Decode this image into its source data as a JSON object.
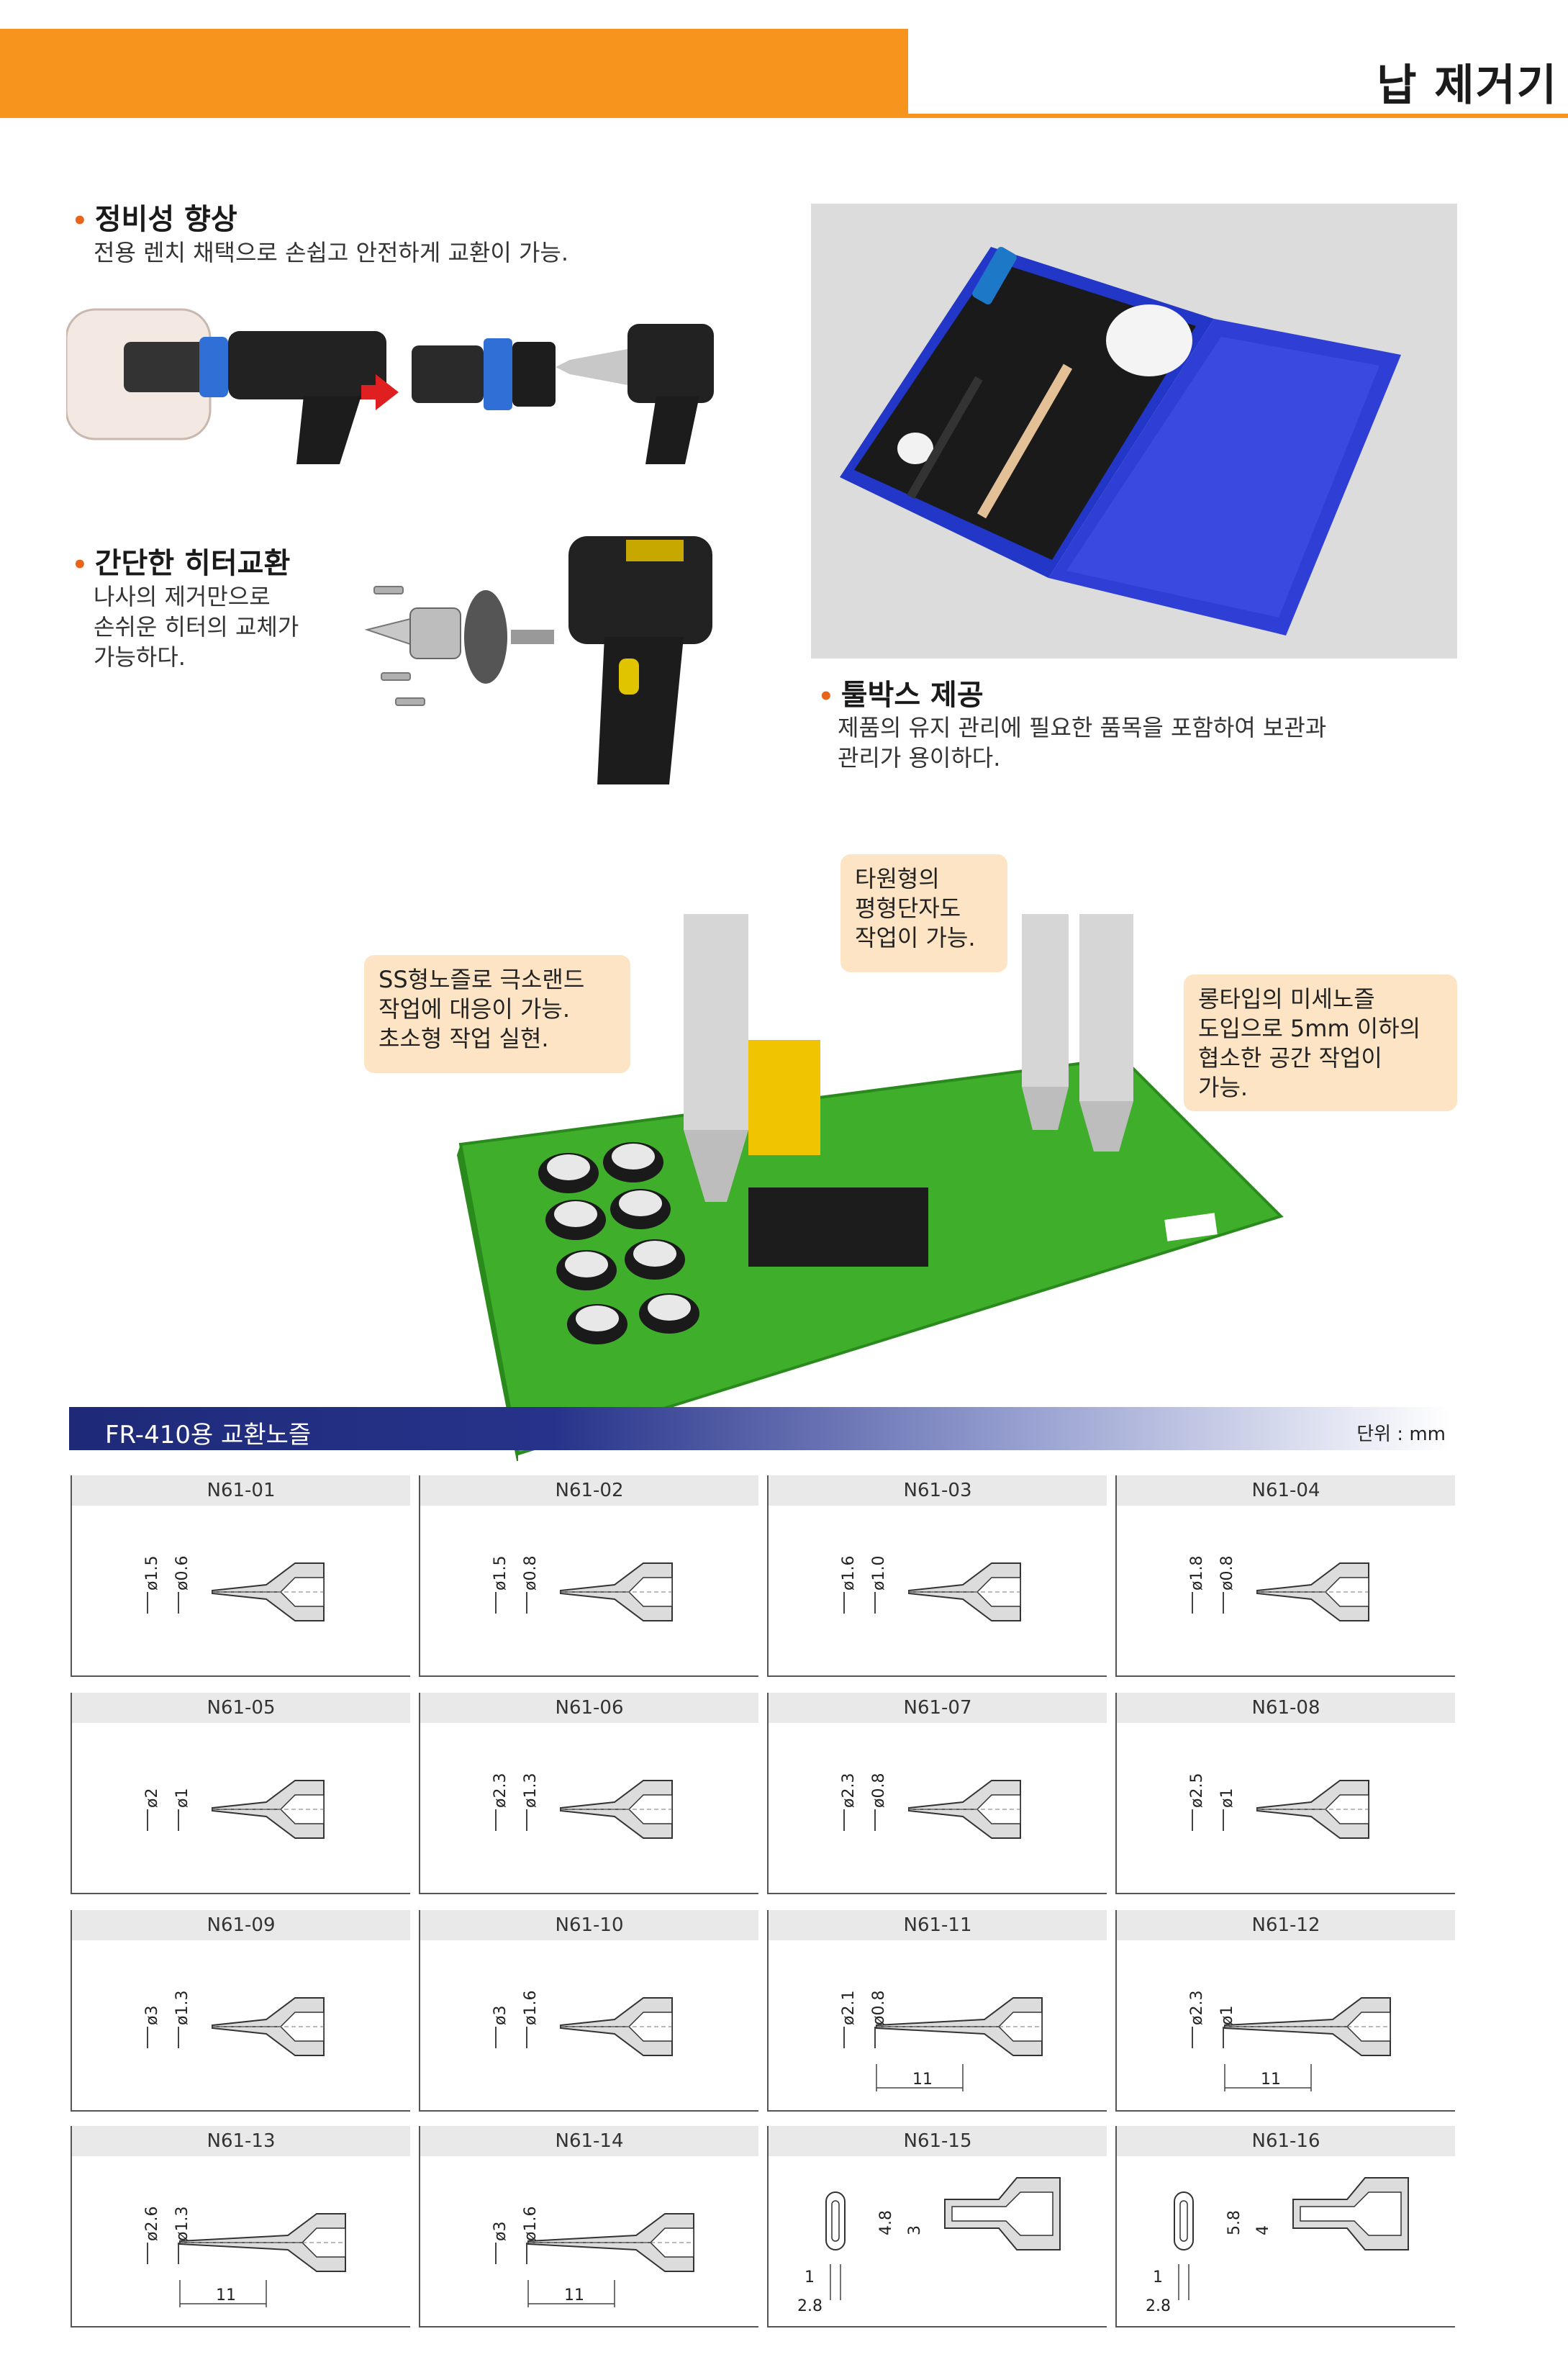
{
  "header": {
    "title": "납 제거기"
  },
  "features": {
    "maintenance": {
      "title": "정비성 향상",
      "desc": "전용 렌치 채택으로 손쉽고 안전하게 교환이 가능."
    },
    "heater": {
      "title": "간단한 히터교환",
      "desc_lines": [
        "나사의 제거만으로",
        "손쉬운 히터의 교체가",
        "가능하다."
      ]
    },
    "toolbox": {
      "title": "툴박스 제공",
      "desc_lines": [
        "제품의 유지 관리에 필요한 품목을 포함하여 보관과",
        "관리가 용이하다."
      ]
    }
  },
  "bubbles": {
    "ss": [
      "SS형노즐로 극소랜드",
      "작업에 대응이 가능.",
      "초소형 작업 실현."
    ],
    "oval": [
      "타원형의",
      "평형단자도",
      "작업이 가능."
    ],
    "long": [
      "롱타입의 미세노즐",
      "도입으로 5mm 이하의",
      "협소한 공간 작업이",
      "가능."
    ]
  },
  "section": {
    "title": "FR-410용 교환노즐",
    "unit": "단위 : mm"
  },
  "nozzles": [
    {
      "label": "N61-01",
      "outer": "ø1.5",
      "inner": "ø0.6",
      "type": "std"
    },
    {
      "label": "N61-02",
      "outer": "ø1.5",
      "inner": "ø0.8",
      "type": "std"
    },
    {
      "label": "N61-03",
      "outer": "ø1.6",
      "inner": "ø1.0",
      "type": "std"
    },
    {
      "label": "N61-04",
      "outer": "ø1.8",
      "inner": "ø0.8",
      "type": "std"
    },
    {
      "label": "N61-05",
      "outer": "ø2",
      "inner": "ø1",
      "type": "std"
    },
    {
      "label": "N61-06",
      "outer": "ø2.3",
      "inner": "ø1.3",
      "type": "std"
    },
    {
      "label": "N61-07",
      "outer": "ø2.3",
      "inner": "ø0.8",
      "type": "std"
    },
    {
      "label": "N61-08",
      "outer": "ø2.5",
      "inner": "ø1",
      "type": "std"
    },
    {
      "label": "N61-09",
      "outer": "ø3",
      "inner": "ø1.3",
      "type": "std"
    },
    {
      "label": "N61-10",
      "outer": "ø3",
      "inner": "ø1.6",
      "type": "std"
    },
    {
      "label": "N61-11",
      "outer": "ø2.1",
      "inner": "ø0.8",
      "type": "long",
      "length": "11"
    },
    {
      "label": "N61-12",
      "outer": "ø2.3",
      "inner": "ø1",
      "type": "long",
      "length": "11"
    },
    {
      "label": "N61-13",
      "outer": "ø2.6",
      "inner": "ø1.3",
      "type": "long",
      "length": "11"
    },
    {
      "label": "N61-14",
      "outer": "ø3",
      "inner": "ø1.6",
      "type": "long",
      "length": "11"
    },
    {
      "label": "N61-15",
      "dim_a": "4.8",
      "dim_b": "3",
      "slot_w": "1",
      "slot_total": "2.8",
      "type": "oval"
    },
    {
      "label": "N61-16",
      "dim_a": "5.8",
      "dim_b": "4",
      "slot_w": "1",
      "slot_total": "2.8",
      "type": "oval"
    }
  ],
  "colors": {
    "accent": "#f7941d",
    "section_bar": "#1e2a78",
    "bubble": "#fde4c4",
    "pcb": "#3fae2a",
    "case": "#2f3fd6"
  }
}
